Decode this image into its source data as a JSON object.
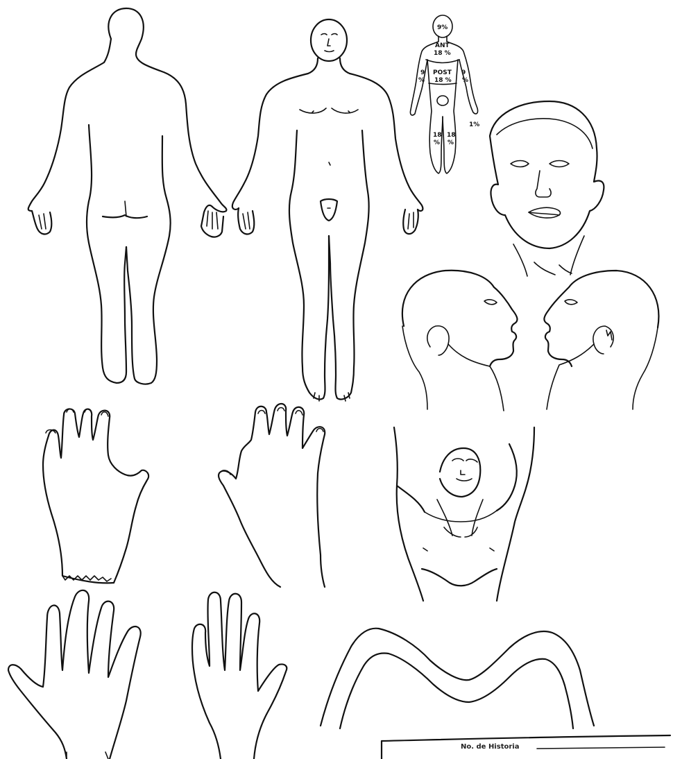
{
  "burn_chart": {
    "head_pct": "9%",
    "anterior_label": "ANT",
    "anterior_pct": "18 %",
    "posterior_label": "POST",
    "posterior_pct": "18 %",
    "left_arm_top": "9",
    "left_arm_bottom": "%",
    "right_arm_top": "9",
    "right_arm_bottom": "%",
    "genital_pct": "1%",
    "left_leg_top": "18",
    "left_leg_bottom": "%",
    "right_leg_top": "18",
    "right_leg_bottom": "%"
  },
  "footer": {
    "history_label": "No. de Historia"
  }
}
